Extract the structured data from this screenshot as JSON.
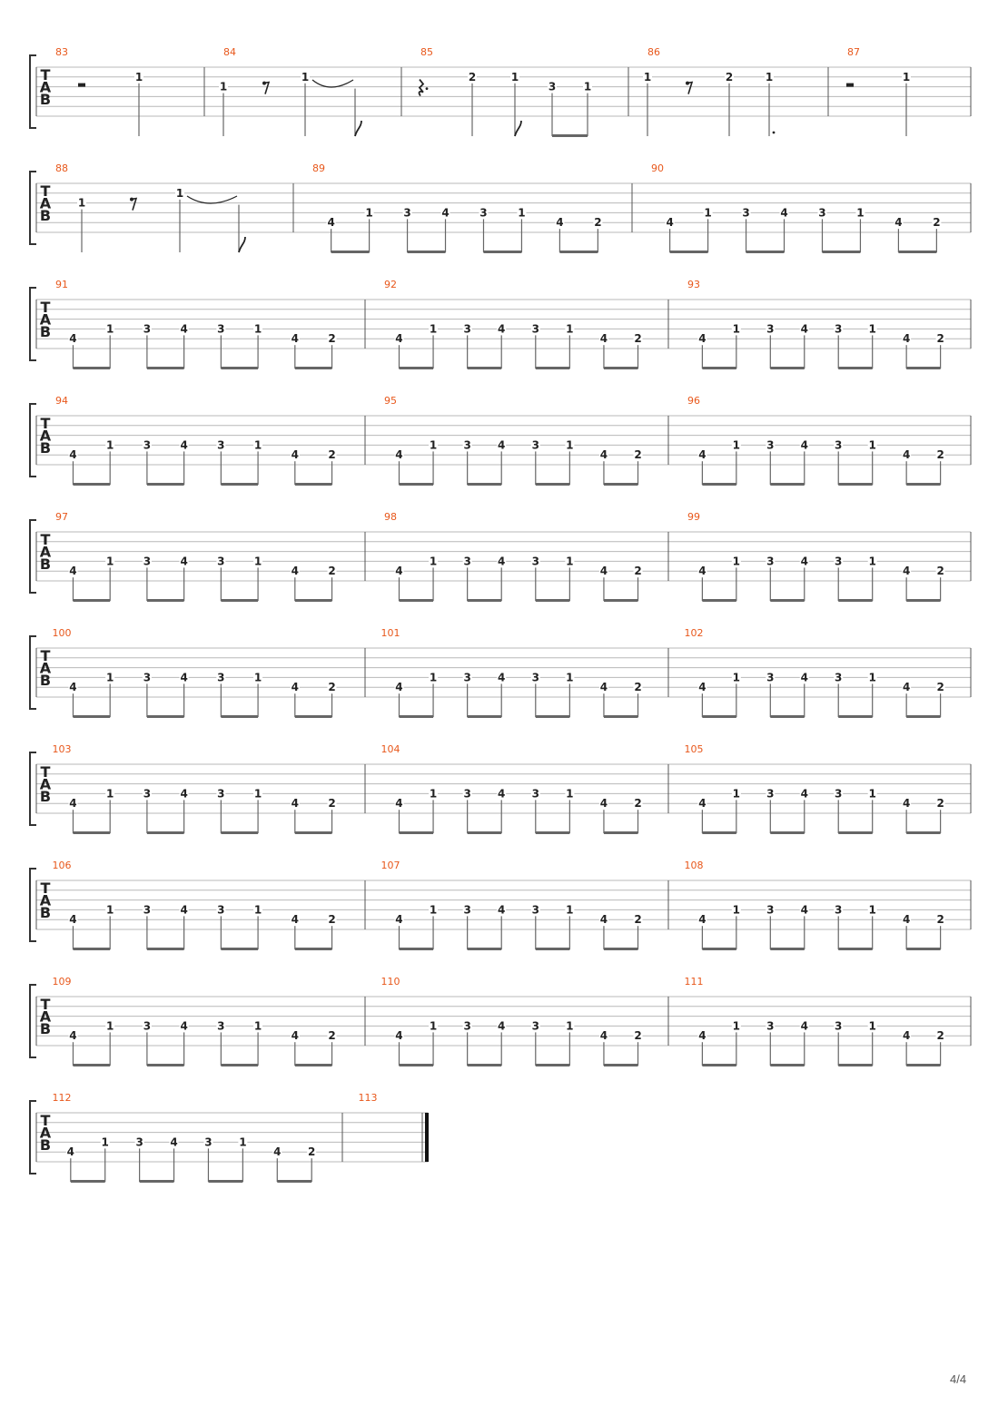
{
  "page": {
    "page_number": "4/4",
    "tab_clef": [
      "T",
      "A",
      "B"
    ],
    "colors": {
      "measure_number": "#e8581c",
      "staff_line": "#b8b8b8",
      "note": "#222222",
      "stem": "#666666"
    }
  },
  "systems": [
    {
      "measures": [
        {
          "number": "83",
          "events": [
            {
              "kind": "rest",
              "symbol": "half-rest"
            },
            {
              "kind": "note",
              "fret": "1",
              "string": 2,
              "stem": "quarter"
            }
          ]
        },
        {
          "number": "84",
          "events": [
            {
              "kind": "note",
              "fret": "1",
              "string": 3,
              "stem": "quarter"
            },
            {
              "kind": "rest",
              "symbol": "eighth-rest"
            },
            {
              "kind": "note",
              "fret": "1",
              "string": 2,
              "stem": "quarter",
              "tie_start": true
            },
            {
              "kind": "tied",
              "stem": "eighth-flag"
            }
          ]
        },
        {
          "number": "85",
          "events": [
            {
              "kind": "rest",
              "symbol": "dotted-quarter-rest"
            },
            {
              "kind": "note",
              "fret": "2",
              "string": 2,
              "stem": "quarter"
            },
            {
              "kind": "note",
              "fret": "1",
              "string": 2,
              "stem": "eighth-flag"
            },
            {
              "kind": "note",
              "fret": "3",
              "string": 3,
              "stem": "beam-start"
            },
            {
              "kind": "note",
              "fret": "1",
              "string": 3,
              "stem": "beam-end"
            }
          ]
        },
        {
          "number": "86",
          "events": [
            {
              "kind": "note",
              "fret": "1",
              "string": 2,
              "stem": "quarter"
            },
            {
              "kind": "rest",
              "symbol": "eighth-rest"
            },
            {
              "kind": "note",
              "fret": "2",
              "string": 2,
              "stem": "quarter"
            },
            {
              "kind": "note",
              "fret": "1",
              "string": 2,
              "stem": "dotted-quarter"
            }
          ]
        },
        {
          "number": "87",
          "events": [
            {
              "kind": "rest",
              "symbol": "half-rest"
            },
            {
              "kind": "note",
              "fret": "1",
              "string": 2,
              "stem": "quarter"
            }
          ]
        }
      ]
    },
    {
      "measures": [
        {
          "number": "88",
          "events": [
            {
              "kind": "note",
              "fret": "1",
              "string": 3,
              "stem": "quarter"
            },
            {
              "kind": "rest",
              "symbol": "eighth-rest"
            },
            {
              "kind": "note",
              "fret": "1",
              "string": 2,
              "stem": "quarter",
              "tie_start": true
            },
            {
              "kind": "tied",
              "stem": "eighth-flag"
            }
          ]
        },
        {
          "number": "89",
          "pattern": true
        },
        {
          "number": "90",
          "pattern": true
        }
      ]
    },
    {
      "measures": [
        {
          "number": "91",
          "pattern": true
        },
        {
          "number": "92",
          "pattern": true
        },
        {
          "number": "93",
          "pattern": true
        }
      ]
    },
    {
      "measures": [
        {
          "number": "94",
          "pattern": true
        },
        {
          "number": "95",
          "pattern": true
        },
        {
          "number": "96",
          "pattern": true
        }
      ]
    },
    {
      "measures": [
        {
          "number": "97",
          "pattern": true
        },
        {
          "number": "98",
          "pattern": true
        },
        {
          "number": "99",
          "pattern": true
        }
      ]
    },
    {
      "measures": [
        {
          "number": "100",
          "pattern": true
        },
        {
          "number": "101",
          "pattern": true
        },
        {
          "number": "102",
          "pattern": true
        }
      ]
    },
    {
      "measures": [
        {
          "number": "103",
          "pattern": true
        },
        {
          "number": "104",
          "pattern": true
        },
        {
          "number": "105",
          "pattern": true
        }
      ]
    },
    {
      "measures": [
        {
          "number": "106",
          "pattern": true
        },
        {
          "number": "107",
          "pattern": true
        },
        {
          "number": "108",
          "pattern": true
        }
      ]
    },
    {
      "measures": [
        {
          "number": "109",
          "pattern": true
        },
        {
          "number": "110",
          "pattern": true
        },
        {
          "number": "111",
          "pattern": true
        }
      ]
    },
    {
      "measures": [
        {
          "number": "112",
          "pattern": true
        },
        {
          "number": "113",
          "empty": true,
          "final_barline": true
        }
      ]
    }
  ],
  "pattern": [
    {
      "fret": "4",
      "string": 5
    },
    {
      "fret": "1",
      "string": 4
    },
    {
      "fret": "3",
      "string": 4
    },
    {
      "fret": "4",
      "string": 4
    },
    {
      "fret": "3",
      "string": 4
    },
    {
      "fret": "1",
      "string": 4
    },
    {
      "fret": "4",
      "string": 5
    },
    {
      "fret": "2",
      "string": 5
    }
  ]
}
